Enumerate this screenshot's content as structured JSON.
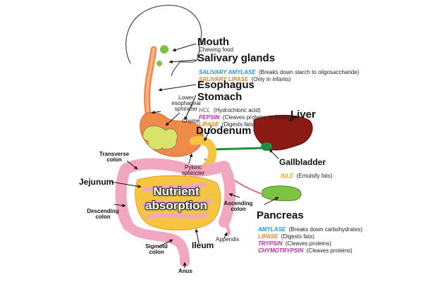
{
  "labels": {
    "mouth": "Mouth",
    "mouth_sub": "Chewing food",
    "salivary": "Salivary glands",
    "salivary_enzymes": [
      {
        "name": "SALIVARY AMYLASE",
        "desc": "(Breaks down starch to oligosaccharide)",
        "color": "#1a9bd1"
      },
      {
        "name": "SALIVARY LIPASE",
        "desc": "(Only in infants)",
        "color": "#f07d1e"
      }
    ],
    "esophagus": "Esophagus",
    "stomach": "Stomach",
    "stomach_enzymes": [
      {
        "name": "HCL",
        "desc": "(Hydrochloric acid)",
        "color": "#888888"
      },
      {
        "name": "PEPSIN",
        "desc": "(Cleaves proteins to peptides)",
        "color": "#c4289b"
      },
      {
        "name": "LIPASE",
        "desc": "(Digests fats)",
        "color": "#f07d1e"
      }
    ],
    "lower_sphincter": "Lower esophageal sphincter",
    "chyme": "Chyme",
    "duodenum": "Duodenum",
    "liver": "Liver",
    "gallbladder": "Gallbladder",
    "gallbladder_enzymes": [
      {
        "name": "BILE",
        "desc": "(Emulsify fats)",
        "color": "#f0a81e"
      }
    ],
    "transverse_colon": "Transverse colon",
    "pyloric_sphincter": "Pyloric sphincter",
    "jejunum": "Jejunum",
    "nutrient_absorption": "Nutrient absorption",
    "descending_colon": "Descending colon",
    "ascending_colon": "Ascending colon",
    "pancreas": "Pancreas",
    "pancreas_enzymes": [
      {
        "name": "AMYLASE",
        "desc": "(Breaks down carbohydrates)",
        "color": "#1a9bd1"
      },
      {
        "name": "LIPASE",
        "desc": "(Digests fats)",
        "color": "#f07d1e"
      },
      {
        "name": "TRYPSIN",
        "desc": "(Cleaves proteins)",
        "color": "#c4289b"
      },
      {
        "name": "CHYMOTRYPSIN",
        "desc": "(Cleaves proteins)",
        "color": "#c4289b"
      }
    ],
    "appendix": "Appendix",
    "sigmoid_colon": "Sigmoid colon",
    "ileum": "Ileum",
    "anus": "Anus"
  },
  "colors": {
    "intestine": "#f3a6bf",
    "intestine_dark": "#d9708f",
    "stomach": "#f08a4b",
    "liver": "#8c1a14",
    "gallbladder": "#1e8f3c",
    "pancreas": "#7cc243",
    "duct": "#1e8f3c",
    "small_intestine_fill": "#f5c542"
  }
}
